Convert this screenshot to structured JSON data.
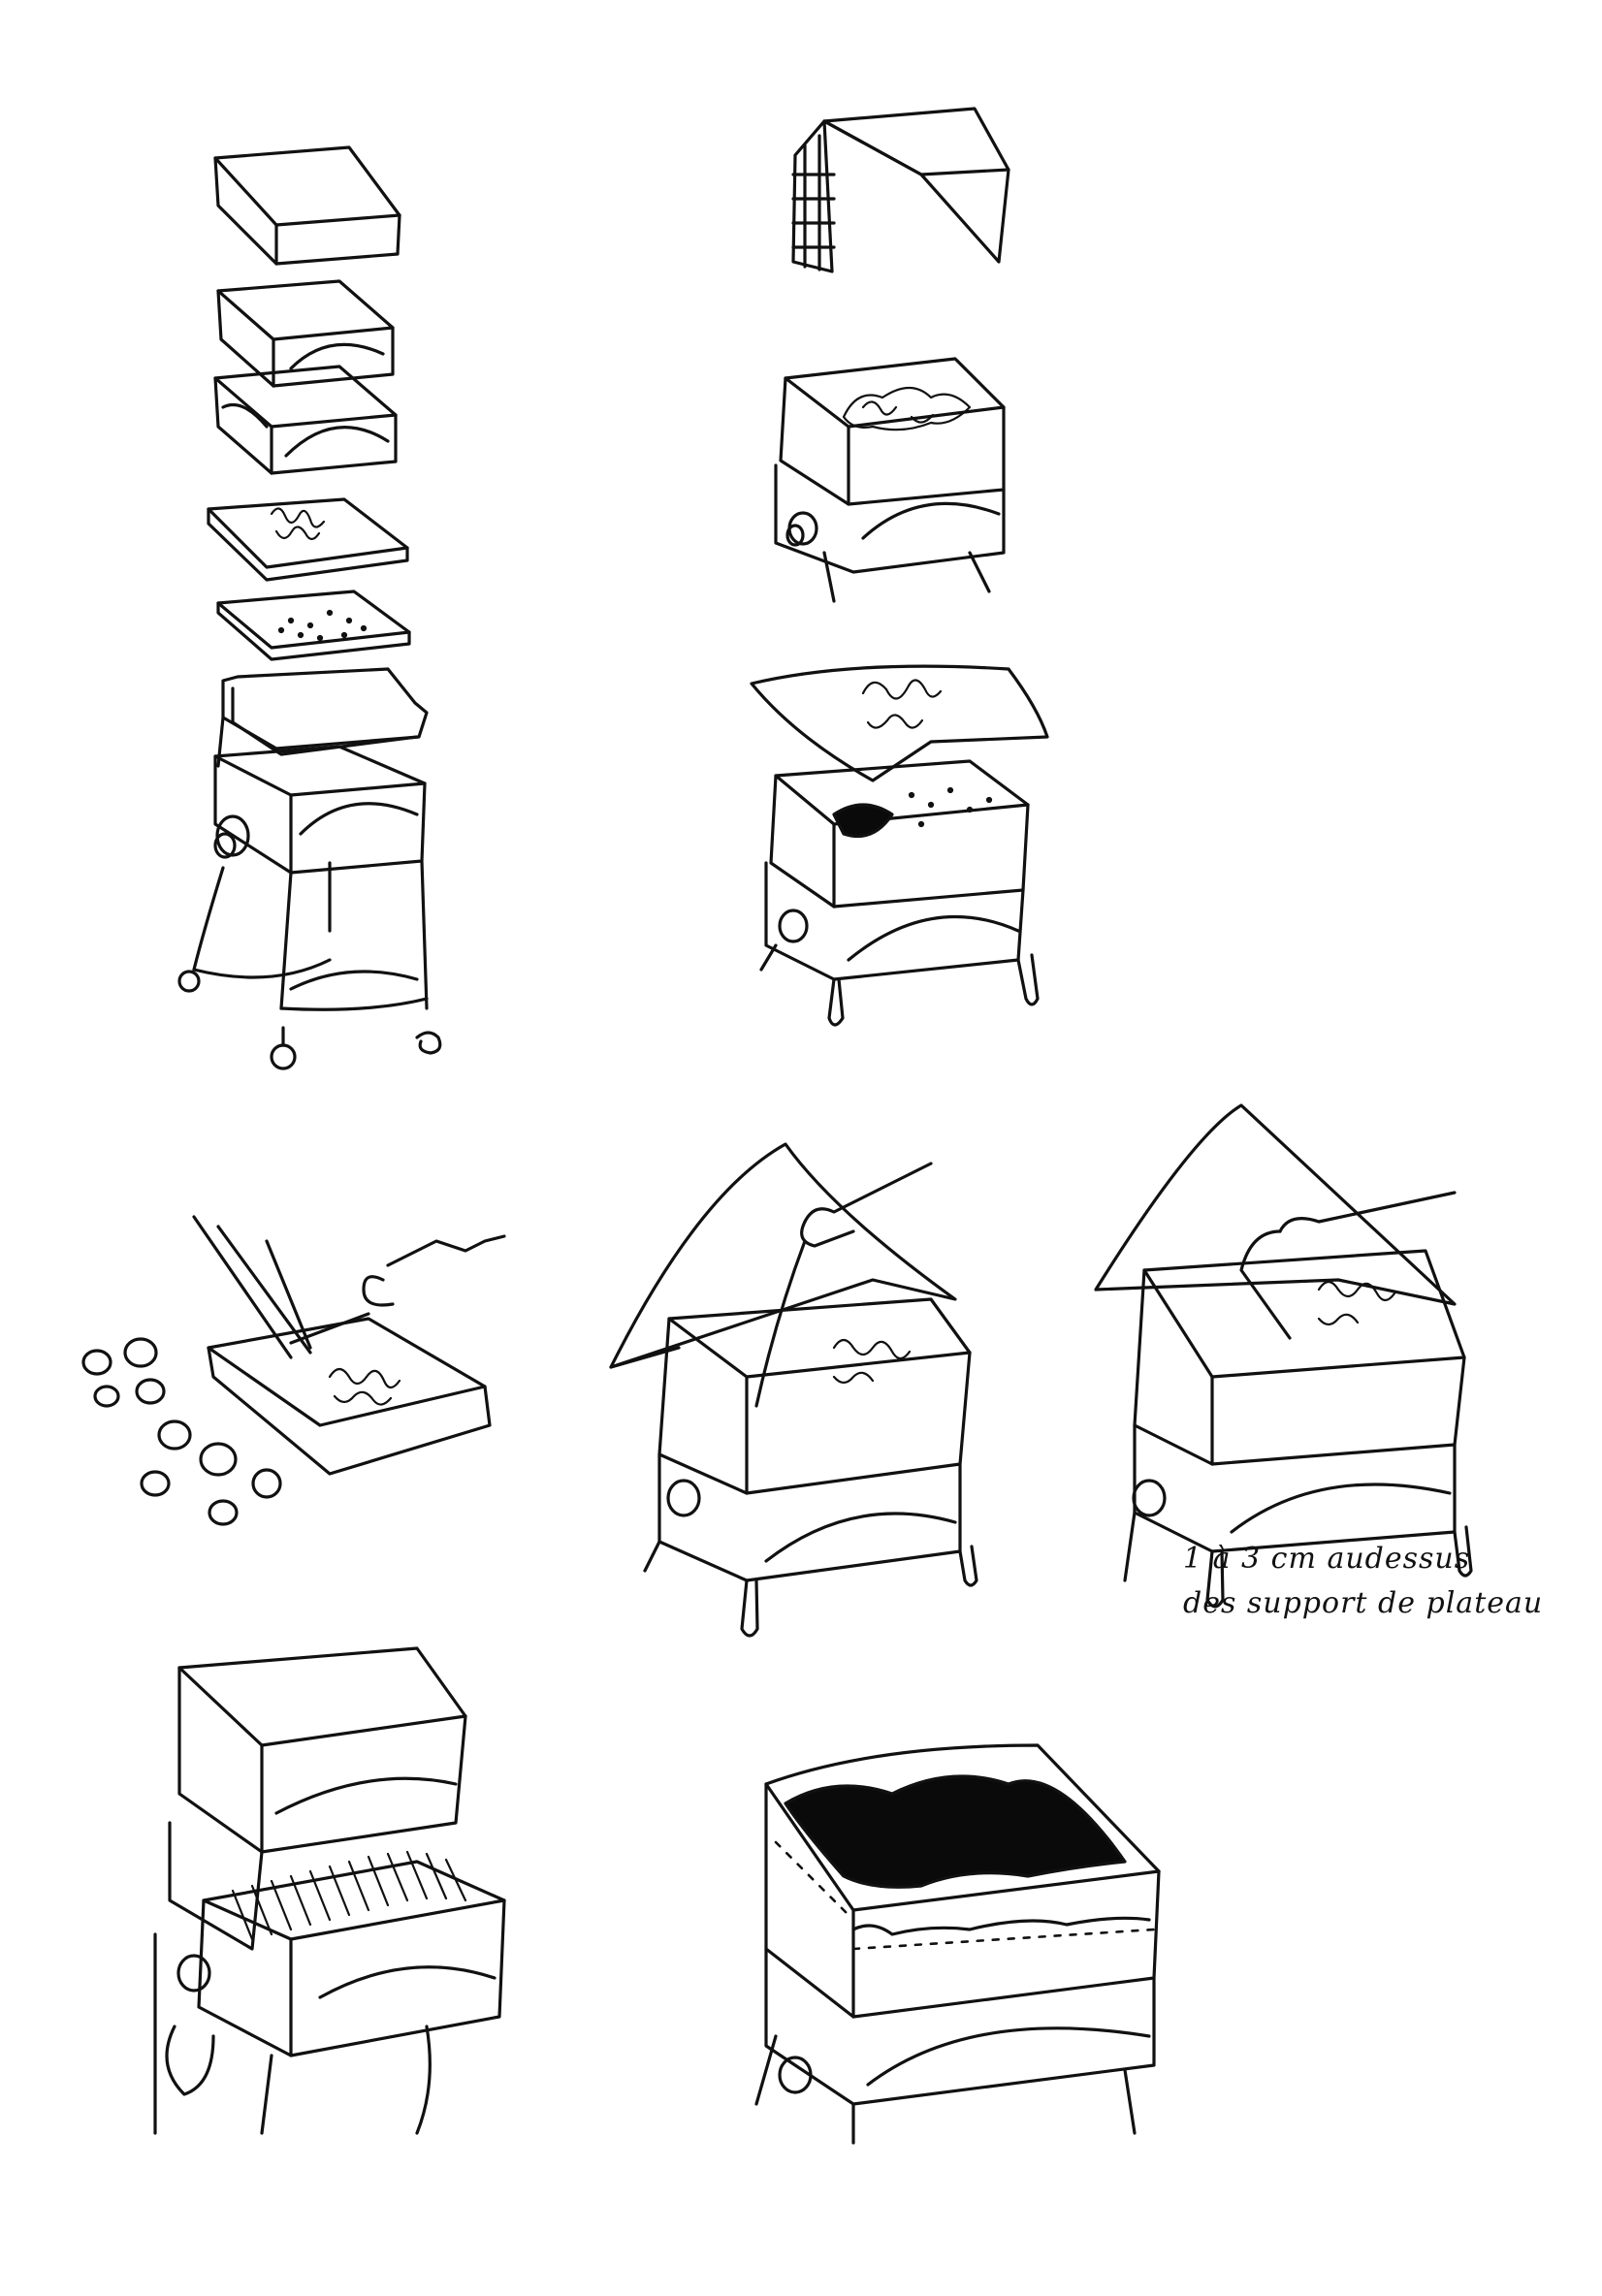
{
  "annotation": {
    "line1": "1 à 3 cm audessus",
    "line2": "des support de plateau"
  },
  "panels": [
    {
      "id": "exploded-stack",
      "description_name": "exploded view of stacked trays"
    },
    {
      "id": "mesh-lid",
      "description_name": "lid with mesh panel"
    },
    {
      "id": "filled-tray",
      "description_name": "tray filled with scraps"
    },
    {
      "id": "cloth-cover",
      "description_name": "cover with cloth over tray"
    },
    {
      "id": "chopping",
      "description_name": "cutting scraps on board"
    },
    {
      "id": "adding-scraps-left",
      "description_name": "hands placing scraps into bin"
    },
    {
      "id": "adding-scraps-right",
      "description_name": "hands covering scraps in bin"
    },
    {
      "id": "stacking-trays",
      "description_name": "stacking upper tray"
    },
    {
      "id": "filled-bin",
      "description_name": "bin filled with dark compost"
    }
  ],
  "colors": {
    "ink": "#111111",
    "paper": "#ffffff"
  }
}
